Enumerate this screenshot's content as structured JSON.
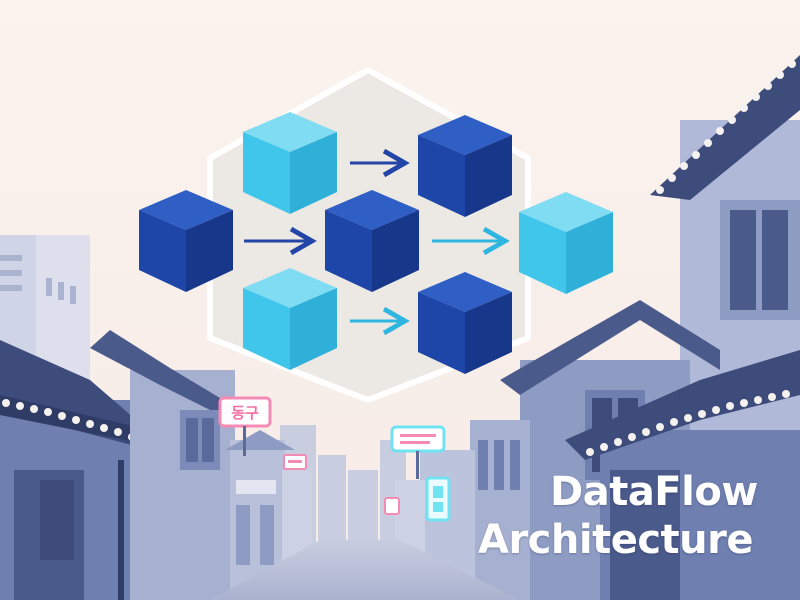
{
  "scene": {
    "colors": {
      "sky": "#fbf3ee",
      "hexagon": "#ece8e3",
      "cube_light": "#3fc6ea",
      "cube_dark": "#1e45a8",
      "arrow": "#2445a8",
      "arrow_light": "#2fb6e0",
      "building": "#8e9cc4",
      "building_dark": "#4a5a8a",
      "roof": "#3d4c7a",
      "sign_pink": "#f58bb4",
      "sign_cyan": "#6fe3f2"
    },
    "street_sign": "동구"
  },
  "title": {
    "line1": "DataFlow",
    "line2": "Architecture"
  }
}
